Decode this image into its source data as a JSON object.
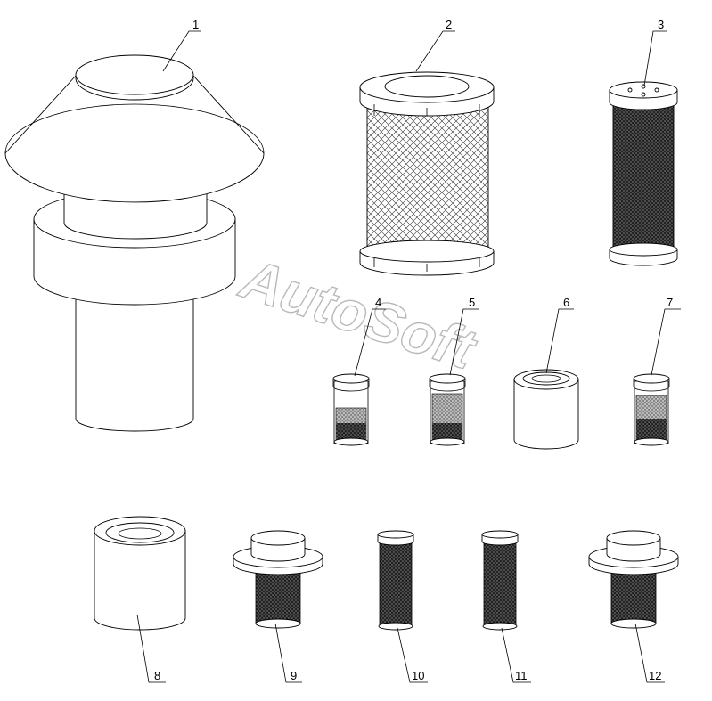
{
  "watermark": "AutoSoft",
  "parts": [
    {
      "id": "part-1",
      "number": "1"
    },
    {
      "id": "part-2",
      "number": "2"
    },
    {
      "id": "part-3",
      "number": "3"
    },
    {
      "id": "part-4",
      "number": "4"
    },
    {
      "id": "part-5",
      "number": "5"
    },
    {
      "id": "part-6",
      "number": "6"
    },
    {
      "id": "part-7",
      "number": "7"
    },
    {
      "id": "part-8",
      "number": "8"
    },
    {
      "id": "part-9",
      "number": "9"
    },
    {
      "id": "part-10",
      "number": "10"
    },
    {
      "id": "part-11",
      "number": "11"
    },
    {
      "id": "part-12",
      "number": "12"
    }
  ]
}
